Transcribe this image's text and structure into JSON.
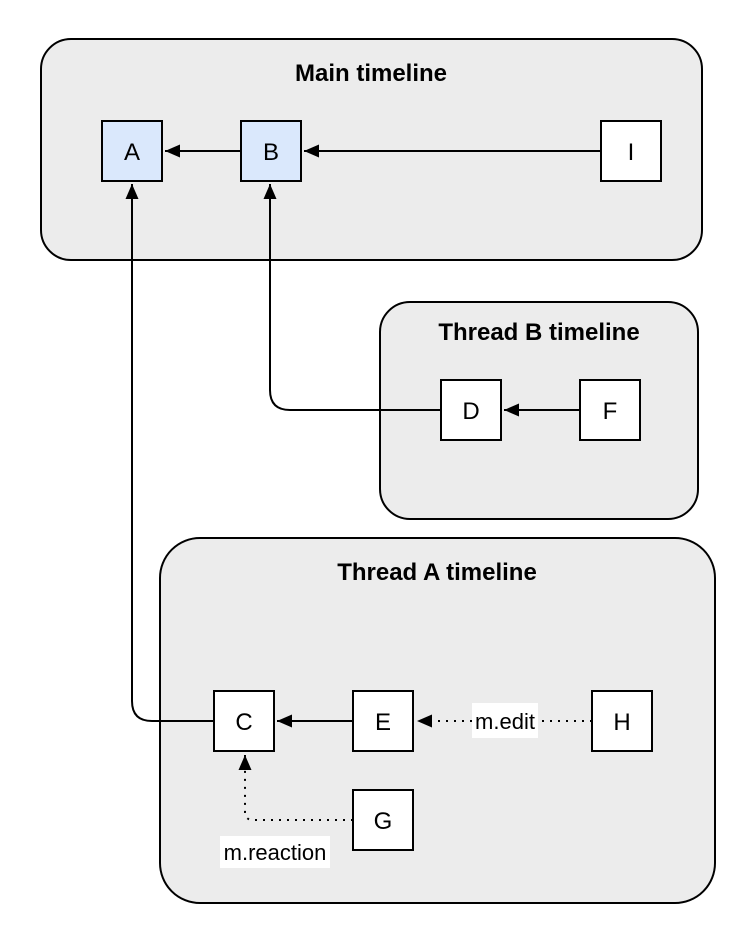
{
  "colors": {
    "page_bg": "#ffffff",
    "container_fill": "#ececec",
    "stroke": "#000000",
    "text": "#000000",
    "node_fill": "#ffffff",
    "node_highlight_fill": "#dae8fc",
    "label_bg": "#ffffff"
  },
  "containers": [
    {
      "label": "Main timeline",
      "nodes": [
        "A",
        "B",
        "I"
      ]
    },
    {
      "label": "Thread B timeline",
      "nodes": [
        "D",
        "F"
      ]
    },
    {
      "label": "Thread A timeline",
      "nodes": [
        "C",
        "E",
        "G",
        "H"
      ]
    }
  ],
  "nodes": {
    "a": {
      "label": "A",
      "highlighted": true
    },
    "b": {
      "label": "B",
      "highlighted": true
    },
    "i": {
      "label": "I",
      "highlighted": false
    },
    "d": {
      "label": "D",
      "highlighted": false
    },
    "f": {
      "label": "F",
      "highlighted": false
    },
    "c": {
      "label": "C",
      "highlighted": false
    },
    "e": {
      "label": "E",
      "highlighted": false
    },
    "h": {
      "label": "H",
      "highlighted": false
    },
    "g": {
      "label": "G",
      "highlighted": false
    }
  },
  "edges": [
    {
      "from": "B",
      "to": "A",
      "style": "solid",
      "label": ""
    },
    {
      "from": "I",
      "to": "B",
      "style": "solid",
      "label": ""
    },
    {
      "from": "F",
      "to": "D",
      "style": "solid",
      "label": ""
    },
    {
      "from": "D",
      "to": "B",
      "style": "solid",
      "label": ""
    },
    {
      "from": "E",
      "to": "C",
      "style": "solid",
      "label": ""
    },
    {
      "from": "C",
      "to": "A",
      "style": "solid",
      "label": ""
    },
    {
      "from": "H",
      "to": "E",
      "style": "dotted",
      "label": "m.edit"
    },
    {
      "from": "G",
      "to": "C",
      "style": "dotted",
      "label": "m.reaction"
    }
  ]
}
